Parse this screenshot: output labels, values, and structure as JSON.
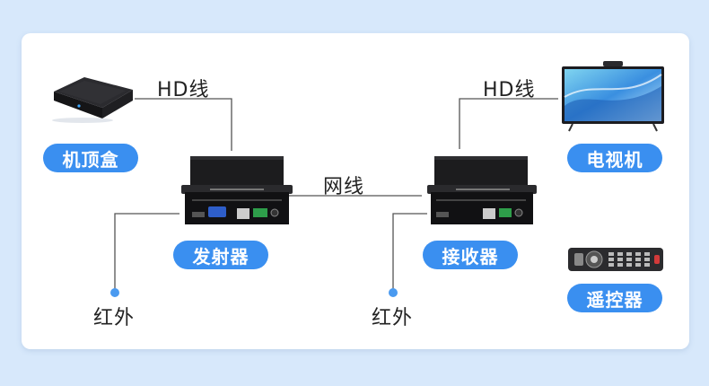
{
  "labels": {
    "hd_left": "HD线",
    "hd_right": "HD线",
    "network": "网线",
    "ir_left": "红外",
    "ir_right": "红外"
  },
  "devices": {
    "set_top_box": "机顶盒",
    "transmitter": "发射器",
    "receiver": "接收器",
    "tv": "电视机",
    "remote": "遥控器"
  },
  "colors": {
    "background": "#d7e8fb",
    "card": "#ffffff",
    "pill": "#3a8ff0",
    "line": "#555555",
    "ir_dot": "#4a9af0"
  }
}
